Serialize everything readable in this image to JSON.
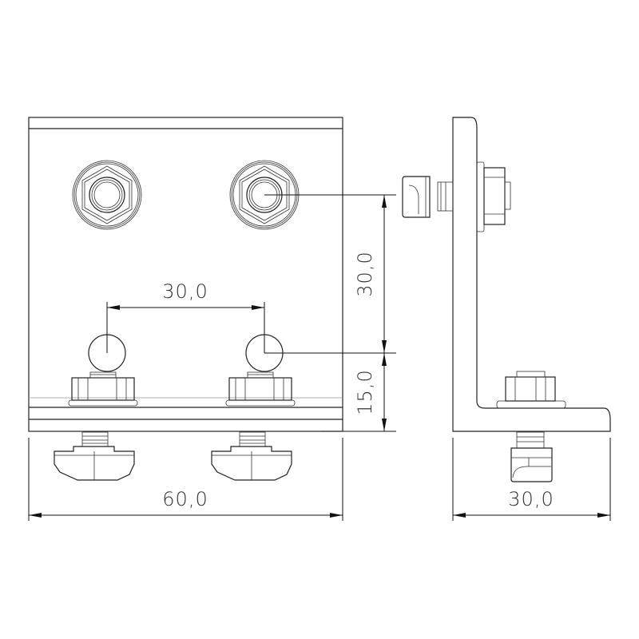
{
  "drawing": {
    "front_view": {
      "dim_hole_spacing": "30,0",
      "dim_vertical_spacing": "30,0",
      "dim_bottom_offset": "15,0",
      "dim_width": "60,0"
    },
    "side_view": {
      "dim_depth": "30,0"
    },
    "colors": {
      "line": "#222222",
      "background": "#ffffff"
    }
  }
}
